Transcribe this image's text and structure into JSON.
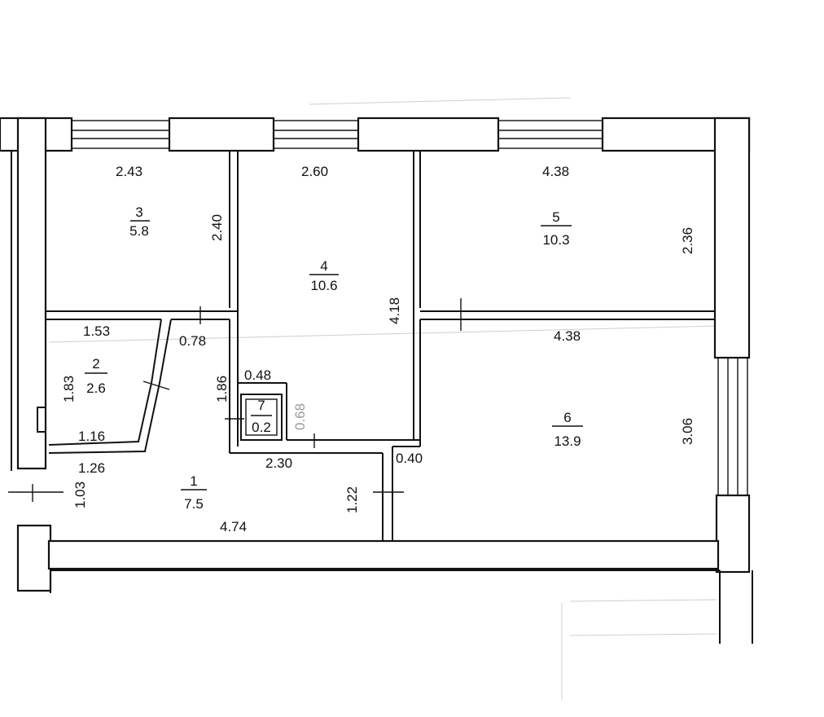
{
  "rooms": [
    {
      "number": "1",
      "area": "7.5"
    },
    {
      "number": "2",
      "area": "2.6"
    },
    {
      "number": "3",
      "area": "5.8"
    },
    {
      "number": "4",
      "area": "10.6"
    },
    {
      "number": "5",
      "area": "10.3"
    },
    {
      "number": "6",
      "area": "13.9"
    },
    {
      "number": "7",
      "area": "0.2"
    }
  ],
  "dimensions": {
    "r3_top": "2.43",
    "r3_side": "2.40",
    "r4_top": "2.60",
    "r4_side": "4.18",
    "r5_top": "4.38",
    "r5_side": "2.36",
    "r2_top": "1.53",
    "r2_side": "1.83",
    "r2_bottom": "1.16",
    "door_078": "0.78",
    "r7_top": "0.48",
    "r7_side": "0.68",
    "r7_left": "1.86",
    "r6_top": "4.38",
    "r6_side": "3.06",
    "r1_top": "1.26",
    "r1_side": "1.03",
    "r1_bottom": "4.74",
    "hall_230": "2.30",
    "hall_040": "0.40",
    "hall_122": "1.22"
  }
}
